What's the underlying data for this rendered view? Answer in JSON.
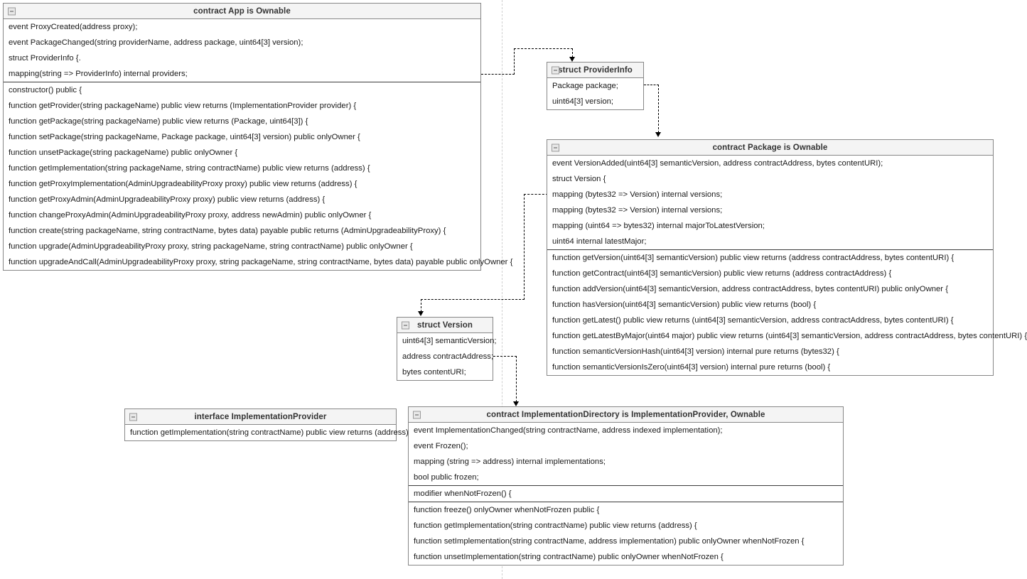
{
  "diagram": {
    "kind": "uml-class-diagram",
    "icon_name": "collapse-minus-icon",
    "page_guide_label": "page-break-guide"
  },
  "classes": [
    {
      "id": "app",
      "title": "contract App is Ownable",
      "sections": [
        [
          "event ProxyCreated(address proxy);",
          "event PackageChanged(string providerName, address package, uint64[3] version);",
          "struct ProviderInfo {.",
          "mapping(string => ProviderInfo) internal providers;"
        ],
        [
          "constructor() public {",
          "function getProvider(string packageName) public view returns (ImplementationProvider provider) {",
          "function getPackage(string packageName) public view returns (Package, uint64[3]) {",
          "function setPackage(string packageName, Package package, uint64[3] version) public onlyOwner {",
          "function unsetPackage(string packageName) public onlyOwner {",
          "function getImplementation(string packageName, string contractName) public view returns (address) {",
          "function getProxyImplementation(AdminUpgradeabilityProxy proxy) public view returns (address) {",
          "function getProxyAdmin(AdminUpgradeabilityProxy proxy) public view returns (address) {",
          "function changeProxyAdmin(AdminUpgradeabilityProxy proxy, address newAdmin) public onlyOwner {",
          "function create(string packageName, string contractName, bytes data) payable public returns (AdminUpgradeabilityProxy) {",
          "function upgrade(AdminUpgradeabilityProxy proxy, string packageName, string contractName) public onlyOwner {",
          "function upgradeAndCall(AdminUpgradeabilityProxy proxy, string packageName, string contractName, bytes data) payable public onlyOwner {"
        ]
      ]
    },
    {
      "id": "providerinfo",
      "title": "struct ProviderInfo",
      "sections": [
        [
          "Package package;",
          "uint64[3] version;"
        ]
      ]
    },
    {
      "id": "package",
      "title": "contract Package is Ownable",
      "sections": [
        [
          "event VersionAdded(uint64[3] semanticVersion, address contractAddress, bytes contentURI);",
          "struct Version {",
          "mapping (bytes32 => Version) internal versions;",
          "mapping (bytes32 => Version) internal versions;",
          "mapping (uint64 => bytes32) internal majorToLatestVersion;",
          "uint64 internal latestMajor;"
        ],
        [
          "function getVersion(uint64[3] semanticVersion) public view returns (address contractAddress, bytes contentURI) {",
          "function getContract(uint64[3] semanticVersion) public view returns (address contractAddress) {",
          "function addVersion(uint64[3] semanticVersion, address contractAddress, bytes contentURI) public onlyOwner {",
          "function hasVersion(uint64[3] semanticVersion) public view returns (bool) {",
          "function getLatest() public view returns (uint64[3] semanticVersion, address contractAddress, bytes contentURI) {",
          "function getLatestByMajor(uint64 major) public view returns (uint64[3] semanticVersion, address contractAddress, bytes contentURI) {",
          "function semanticVersionHash(uint64[3] version) internal pure returns (bytes32) {",
          "function semanticVersionIsZero(uint64[3] version) internal pure returns (bool) {"
        ]
      ]
    },
    {
      "id": "version",
      "title": "struct Version",
      "sections": [
        [
          "uint64[3] semanticVersion;",
          "address contractAddress;",
          "bytes contentURI;"
        ]
      ]
    },
    {
      "id": "implprovider",
      "title": "interface ImplementationProvider",
      "sections": [
        [
          "function getImplementation(string contractName) public view returns (address);"
        ]
      ]
    },
    {
      "id": "impldirectory",
      "title": "contract ImplementationDirectory is ImplementationProvider, Ownable",
      "sections": [
        [
          "event ImplementationChanged(string contractName, address indexed implementation);",
          "event Frozen();",
          "mapping (string => address) internal implementations;",
          "bool public frozen;"
        ],
        [
          "modifier whenNotFrozen() {"
        ],
        [
          "function freeze() onlyOwner whenNotFrozen public {",
          "function getImplementation(string contractName) public view returns (address) {",
          "function setImplementation(string contractName, address implementation) public onlyOwner whenNotFrozen {",
          "function unsetImplementation(string contractName) public onlyOwner whenNotFrozen {"
        ]
      ]
    }
  ],
  "connectors": [
    {
      "name": "app-to-providerinfo",
      "from": "app",
      "to": "providerinfo"
    },
    {
      "name": "providerinfo-to-package",
      "from": "providerinfo",
      "to": "package"
    },
    {
      "name": "package-to-version",
      "from": "package",
      "to": "version"
    },
    {
      "name": "version-to-impldirectory",
      "from": "version",
      "to": "impldirectory"
    }
  ],
  "colors": {
    "box_border": "#878787",
    "header_bg": "#f4f4f4",
    "section_divider": "#3b3b3b",
    "connector": "#000000",
    "page_guide": "#cfcfcf",
    "text": "#1a1a1a"
  }
}
